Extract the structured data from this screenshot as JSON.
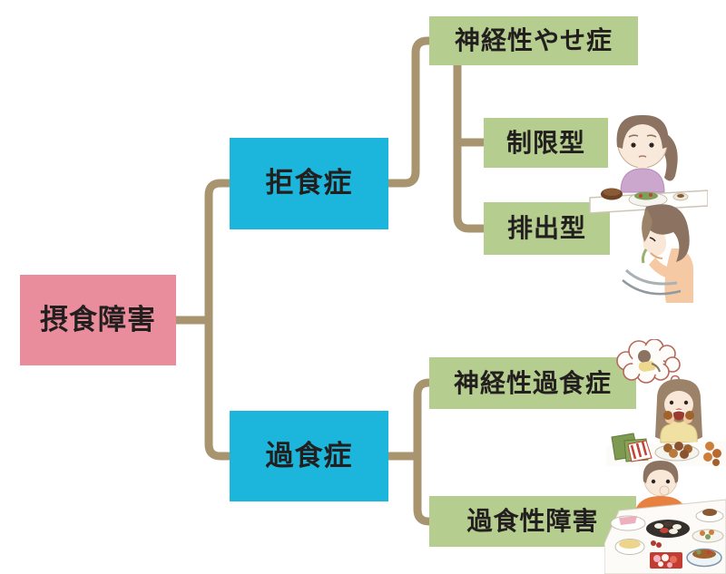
{
  "diagram": {
    "type": "tree-diagram",
    "topic": "eating disorders classification",
    "nodes": {
      "root": {
        "label": "摂食障害"
      },
      "anorexia": {
        "label": "拒食症"
      },
      "bulimia": {
        "label": "過食症"
      },
      "anorexia_nervosa": {
        "label": "神経性やせ症"
      },
      "restricting": {
        "label": "制限型"
      },
      "purging": {
        "label": "排出型"
      },
      "bulimia_nervosa": {
        "label": "神経性過食症"
      },
      "binge_eating": {
        "label": "過食性障害"
      }
    },
    "colors": {
      "root_box": "#e98d9d",
      "level1_box": "#1cb5dc",
      "level2_box": "#b5cd8e",
      "connector_line": "#a99470",
      "text": "#231f1f",
      "background": "#ffffff"
    },
    "illustrations": {
      "restricting": "girl-at-table-with-small-meal-illustration",
      "purging": "woman-purging-over-toilet-illustration",
      "bulimia_nervosa": "woman-binge-eating-with-purge-thought-bubble-illustration",
      "binge_eating": "boy-at-table-full-of-dishes-illustration"
    }
  }
}
